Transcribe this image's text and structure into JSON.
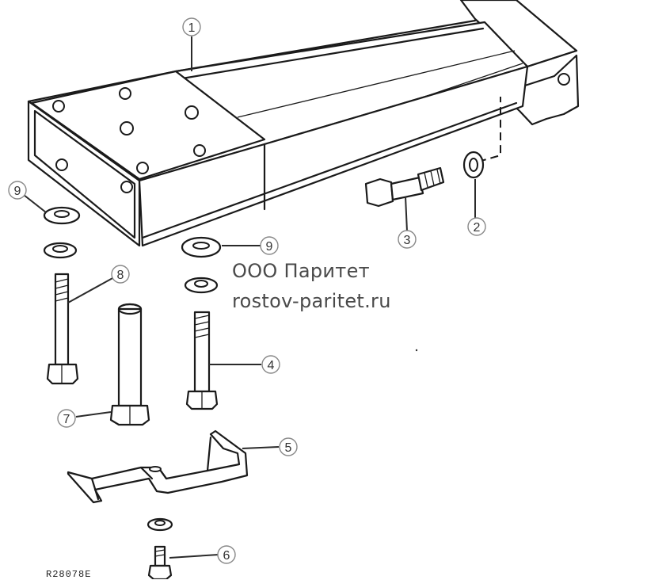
{
  "watermark": {
    "company": "ООО Паритет",
    "site": "rostov-paritet.ru"
  },
  "drawing_code": "R28078E",
  "callouts": {
    "c1": "1",
    "c2": "2",
    "c3": "3",
    "c4": "4",
    "c5": "5",
    "c6": "6",
    "c7": "7",
    "c8": "8",
    "c9a": "9",
    "c9b": "9"
  }
}
